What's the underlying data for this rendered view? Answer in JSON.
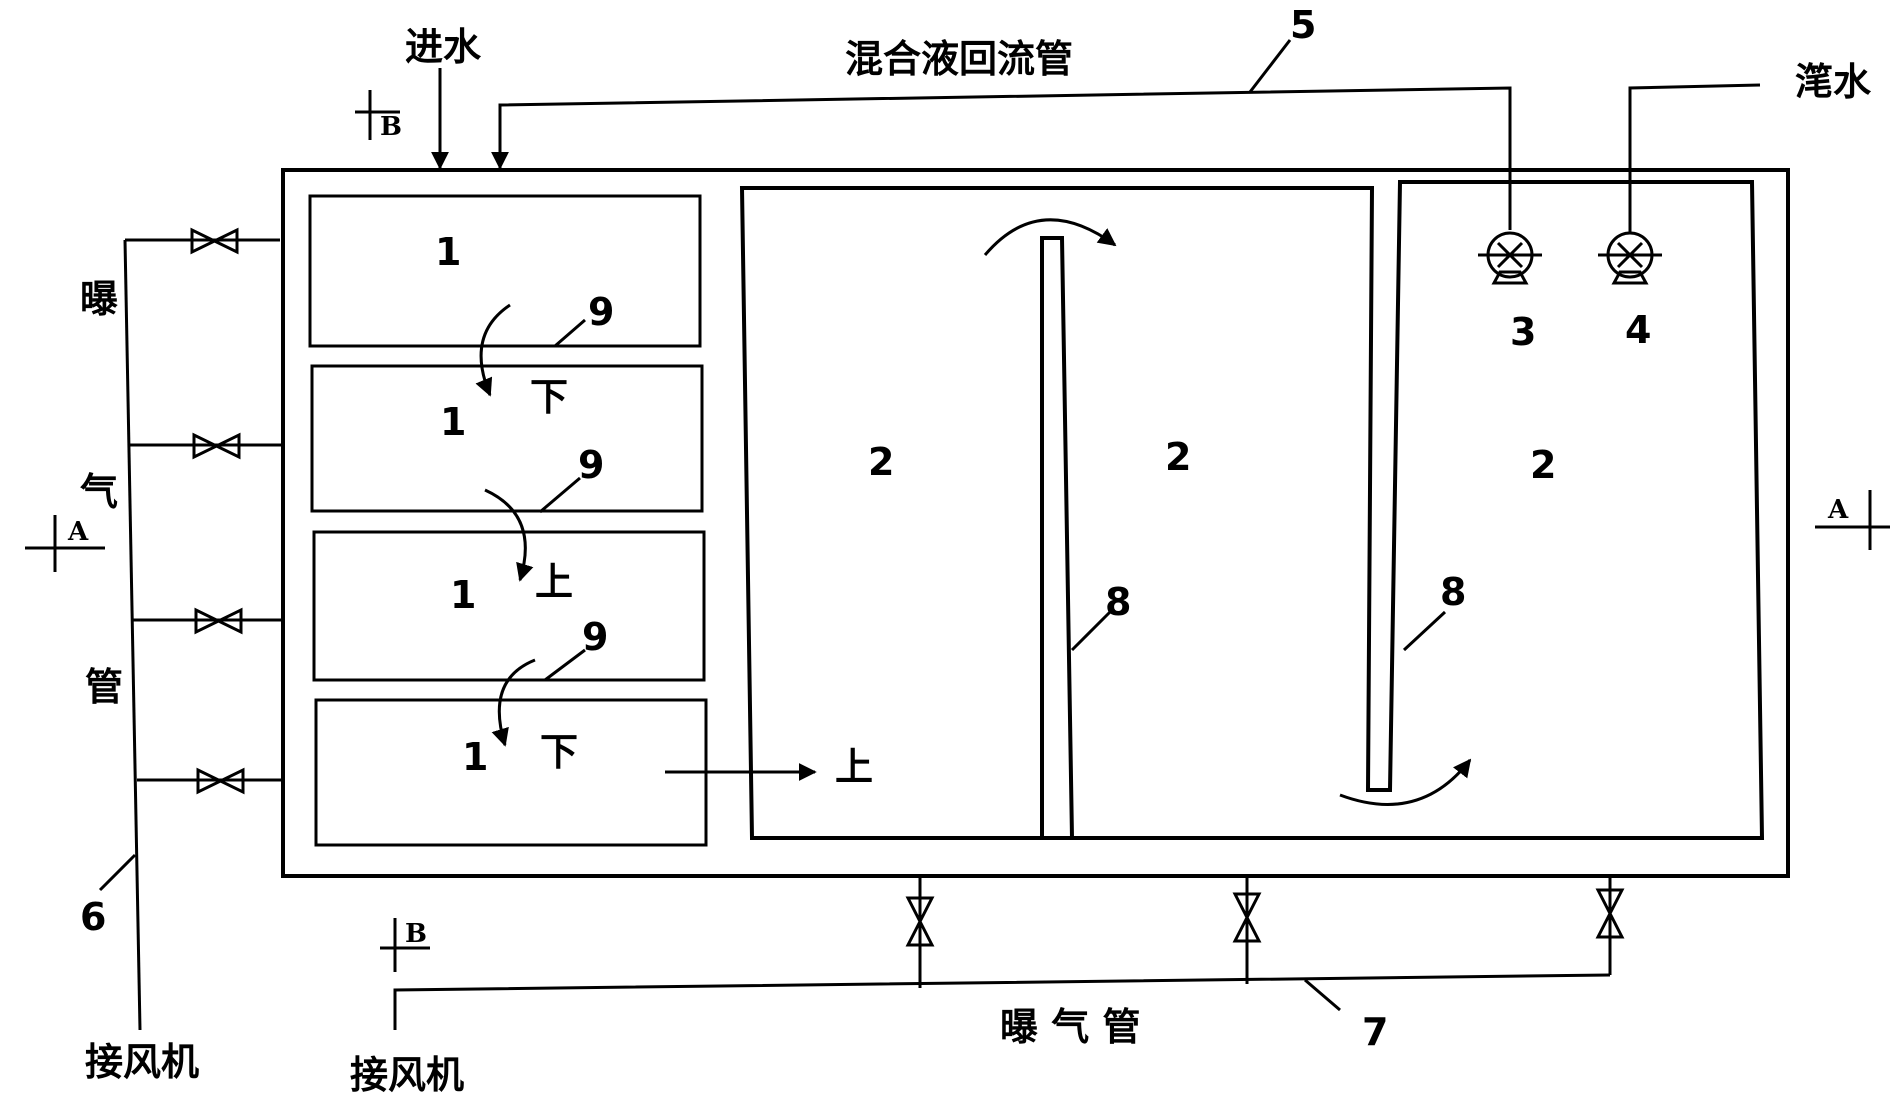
{
  "labels": {
    "inlet": "进水",
    "recycle_pipe": "混合液回流管",
    "outlet": "滗水",
    "aeration_pipe_left": [
      "曝",
      "气",
      "管"
    ],
    "aeration_pipe_bottom": "曝 气 管",
    "blower_left": "接风机",
    "blower_bottom": "接风机",
    "section_a": "A",
    "section_b": "B"
  },
  "components": {
    "anoxic_zone": "1",
    "aerobic_zone": "2",
    "pump_recycle": "3",
    "pump_decant": "4",
    "recycle_pipe_no": "5",
    "aeration_pipe_left_no": "6",
    "aeration_pipe_bottom_no": "7",
    "baffle": "8",
    "partition": "9"
  },
  "flow_labels": {
    "down": "下",
    "up": "上"
  }
}
